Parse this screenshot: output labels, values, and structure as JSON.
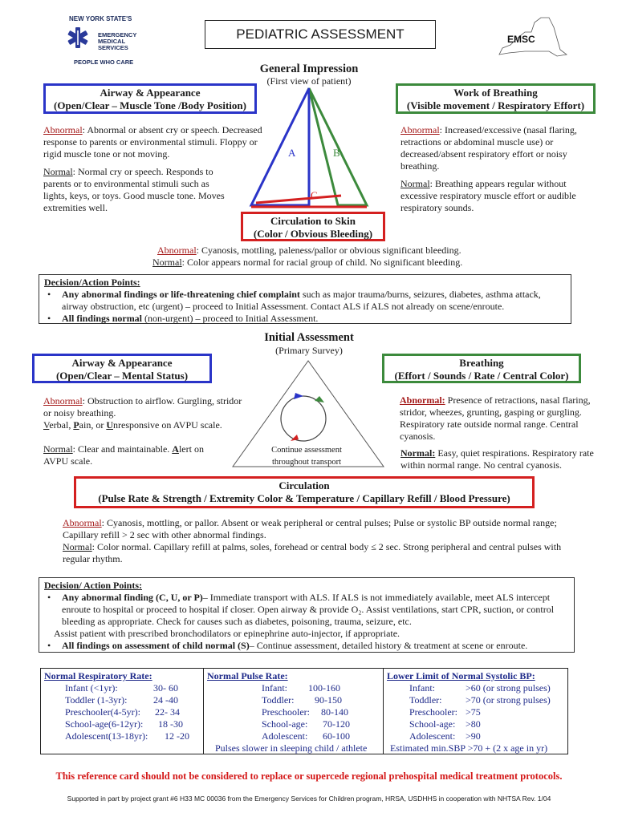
{
  "logo": {
    "state": "NEW YORK STATE'S",
    "line1": "EMERGENCY",
    "line2": "MEDICAL",
    "line3": "SERVICES",
    "tagline": "PEOPLE WHO CARE",
    "emsc": "EMSC"
  },
  "title": "PEDIATRIC ASSESSMENT",
  "general": {
    "heading": "General Impression",
    "sub": "(First view of patient)",
    "airway_box": [
      "Airway & Appearance",
      "(Open/Clear – Muscle Tone /Body Position)"
    ],
    "work_box": [
      "Work of Breathing",
      "(Visible movement / Respiratory Effort)"
    ],
    "circ_box": [
      "Circulation to Skin",
      "(Color / Obvious Bleeding)"
    ],
    "tri_a": "A",
    "tri_b": "B",
    "tri_c": "C",
    "airway_abnormal_label": "Abnormal",
    "airway_abnormal_text": ": Abnormal or absent cry or speech. Decreased response to parents or environmental stimuli. Floppy or rigid muscle tone or not moving.",
    "airway_normal_label": "Normal",
    "airway_normal_text": ": Normal cry or speech.  Responds to parents or to environmental stimuli such as lights, keys, or toys.  Good muscle tone. Moves extremities well.",
    "work_abnormal_label": "Abnormal",
    "work_abnormal_text": ":  Increased/excessive (nasal flaring, retractions or abdominal muscle use)  or decreased/absent respiratory effort or noisy breathing.",
    "work_normal_label": "Normal",
    "work_normal_text": ":  Breathing appears regular without excessive respiratory muscle effort or audible respiratory sounds.",
    "circ_abnormal_label": "Abnormal",
    "circ_abnormal_text": ": Cyanosis, mottling, paleness/pallor or obvious significant bleeding.",
    "circ_normal_label": "Normal",
    "circ_normal_text": ":  Color appears normal for racial group of child.  No significant bleeding."
  },
  "decision1": {
    "title": "Decision/Action Points:",
    "b1_bold": "Any abnormal findings or life-threatening chief complaint",
    "b1_text": " such as major trauma/burns, seizures, diabetes, asthma attack, airway obstruction, etc (urgent) – proceed to Initial Assessment.  Contact ALS if ALS not already on scene/enroute.",
    "b2_bold": "All findings normal",
    "b2_text": " (non-urgent) –  proceed to Initial Assessment."
  },
  "initial": {
    "heading": "Initial Assessment",
    "sub": "(Primary Survey)",
    "airway_box": [
      "Airway & Appearance",
      "(Open/Clear – Mental Status)"
    ],
    "breath_box": [
      "Breathing",
      "(Effort / Sounds / Rate / Central Color)"
    ],
    "circ_box": [
      "Circulation",
      "(Pulse Rate & Strength / Extremity Color & Temperature / Capillary Refill / Blood Pressure)"
    ],
    "continue": [
      "Continue assessment",
      "throughout transport"
    ],
    "airway_abnormal_label": "Abnormal",
    "airway_abnormal_text": ":   Obstruction to airflow. Gurgling, stridor or noisy breathing.",
    "avpu_v": "V",
    "avpu_v_rest": "erbal, ",
    "avpu_p": "P",
    "avpu_p_rest": "ain, or ",
    "avpu_u": "U",
    "avpu_u_rest": "nresponsive on AVPU scale.",
    "airway_normal_label": "Normal",
    "airway_normal_text": ":  Clear and maintainable. ",
    "avpu_a": "A",
    "avpu_a_rest": "lert on AVPU scale.",
    "breath_abnormal_label": "Abnormal:",
    "breath_abnormal_text": "  Presence of retractions, nasal flaring, stridor, wheezes, grunting, gasping or gurgling.  Respiratory rate outside normal range.  Central cyanosis.",
    "breath_normal_label": "Normal:",
    "breath_normal_text": "  Easy, quiet respirations. Respiratory rate within normal range. No central cyanosis.",
    "circ_abnormal_label": "Abnormal",
    "circ_abnormal_text": ": Cyanosis, mottling, or pallor.  Absent or weak peripheral or central pulses; Pulse or systolic BP outside normal range; Capillary refill > 2 sec with other abnormal findings.",
    "circ_normal_label": "Normal",
    "circ_normal_text": ":  Color normal.  Capillary refill at palms, soles, forehead or central body ≤ 2 sec. Strong peripheral and central pulses with regular rhythm."
  },
  "decision2": {
    "title": "Decision/ Action Points:",
    "b1_bold": "Any abnormal finding",
    "b1_mid": " (C, U, or P)",
    "b1_text": "– Immediate transport with ALS. If ALS is not immediately available, meet ALS intercept enroute to hospital or proceed to hospital if closer.  Open airway & provide O₂. Assist ventilations, start CPR, suction, or control bleeding as appropriate.  Check for causes such as diabetes, poisoning, trauma, seizure, etc.",
    "b1_extra": "Assist patient with prescribed bronchodilators or epinephrine auto-injector, if appropriate.",
    "b2_bold": "All findings on assessment of child normal",
    "b2_mid": " (S)",
    "b2_text": "– Continue assessment, detailed history & treatment at scene or enroute."
  },
  "vitals": {
    "resp_title": "Normal Respiratory Rate:",
    "resp": [
      [
        "Infant (<1yr):",
        "30- 60"
      ],
      [
        "Toddler (1-3yr):",
        "24 -40"
      ],
      [
        "Preschooler(4-5yr):",
        "22- 34"
      ],
      [
        "School-age(6-12yr):",
        "18 -30"
      ],
      [
        "Adolescent(13-18yr):",
        "12 -20"
      ]
    ],
    "pulse_title": "Normal Pulse Rate:",
    "pulse": [
      [
        "Infant:",
        "100-160"
      ],
      [
        "Toddler:",
        "90-150"
      ],
      [
        "Preschooler:",
        "80-140"
      ],
      [
        "School-age:",
        "70-120"
      ],
      [
        "Adolescent:",
        "60-100"
      ]
    ],
    "pulse_note": "Pulses  slower in sleeping child / athlete",
    "bp_title": "Lower Limit of Normal Systolic BP:",
    "bp": [
      [
        "Infant:",
        ">60 (or strong pulses)"
      ],
      [
        "Toddler:",
        ">70 (or strong pulses)"
      ],
      [
        "Preschooler:",
        ">75"
      ],
      [
        "School-age:",
        ">80"
      ],
      [
        "Adolescent:",
        ">90"
      ]
    ],
    "bp_note": "Estimated min.SBP >70 + (2 x age in yr)"
  },
  "warning": "This reference card should not be considered to replace or supercede regional prehospital medical treatment protocols.",
  "footer": "Supported in part by project grant #6 H33 MC 00036 from the Emergency Services for Children program, HRSA, USDHHS in cooperation with NHTSA   Rev. 1/04"
}
